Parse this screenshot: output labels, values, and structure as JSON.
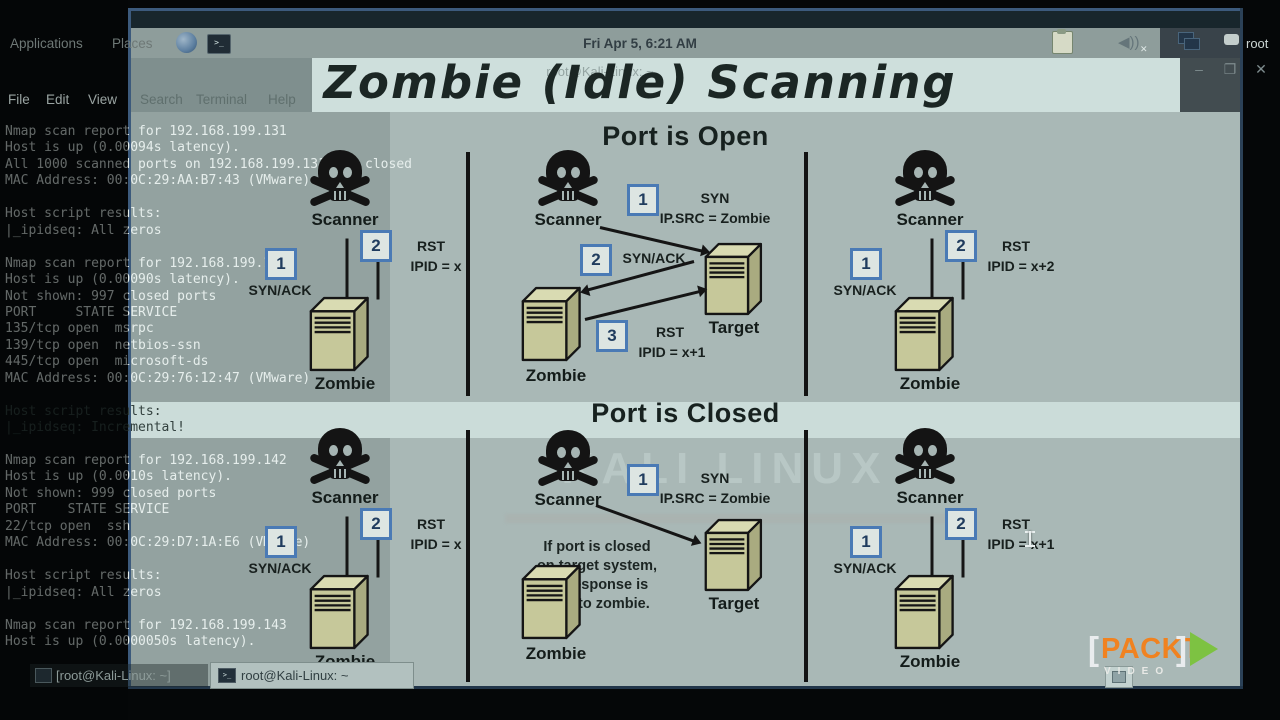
{
  "panel": {
    "applications": "Applications",
    "places": "Places",
    "clock": "Fri Apr 5, 6:21 AM",
    "user": "root"
  },
  "window": {
    "title": "root@Kali-Linux: ~",
    "minimize": "–",
    "maximize": "❐",
    "close": "✕",
    "menu": [
      "File",
      "Edit",
      "View",
      "Search",
      "Terminal",
      "Help"
    ]
  },
  "terminal": {
    "selected": [
      17,
      18
    ],
    "lines": [
      "Nmap scan report for 192.168.199.131",
      "Host is up (0.00094s latency).",
      "All 1000 scanned ports on 192.168.199.131 are closed",
      "MAC Address: 00:0C:29:AA:B7:43 (VMware)",
      "",
      "Host script results:",
      "|_ipidseq: All zeros",
      "",
      "Nmap scan report for 192.168.199.132",
      "Host is up (0.00090s latency).",
      "Not shown: 997 closed ports",
      "PORT     STATE SERVICE",
      "135/tcp open  msrpc",
      "139/tcp open  netbios-ssn",
      "445/tcp open  microsoft-ds",
      "MAC Address: 00:0C:29:76:12:47 (VMware)",
      "",
      "Host script results:",
      "|_ipidseq: Incremental!",
      "",
      "Nmap scan report for 192.168.199.142",
      "Host is up (0.0010s latency).",
      "Not shown: 999 closed ports",
      "PORT    STATE SERVICE",
      "22/tcp open  ssh",
      "MAC Address: 00:0C:29:D7:1A:E6 (VMware)",
      "",
      "Host script results:",
      "|_ipidseq: All zeros",
      "",
      "Nmap scan report for 192.168.199.143",
      "Host is up (0.0000050s latency)."
    ]
  },
  "slide": {
    "title": "Zombie (Idle) Scanning",
    "watermark": "KALI LINUX",
    "open": {
      "heading": "Port is Open",
      "left": {
        "scanner": "Scanner",
        "step1": "1",
        "step1_label": "SYN/ACK",
        "step2": "2",
        "rst": "RST",
        "ipid": "IPID = x",
        "zombie": "Zombie"
      },
      "middle": {
        "scanner": "Scanner",
        "step1": "1",
        "syn": "SYN",
        "ipsrc": "IP.SRC = Zombie",
        "step2": "2",
        "synack": "SYN/ACK",
        "step3": "3",
        "rst": "RST",
        "ipid": "IPID = x+1",
        "target": "Target",
        "zombie": "Zombie"
      },
      "right": {
        "scanner": "Scanner",
        "step1": "1",
        "step1_label": "SYN/ACK",
        "step2": "2",
        "rst": "RST",
        "ipid": "IPID = x+2",
        "zombie": "Zombie"
      }
    },
    "closed": {
      "heading": "Port is Closed",
      "left": {
        "scanner": "Scanner",
        "step1": "1",
        "step1_label": "SYN/ACK",
        "step2": "2",
        "rst": "RST",
        "ipid": "IPID = x",
        "zombie": "Zombie"
      },
      "middle": {
        "scanner": "Scanner",
        "step1": "1",
        "syn": "SYN",
        "ipsrc": "IP.SRC = Zombie",
        "note1": "If port is closed",
        "note2": "on target system,",
        "note3": "no response is",
        "note4": "sent to zombie.",
        "target": "Target",
        "zombie": "Zombie"
      },
      "right": {
        "scanner": "Scanner",
        "step1": "1",
        "step1_label": "SYN/ACK",
        "step2": "2",
        "rst": "RST",
        "ipid": "IPID = x+1",
        "zombie": "Zombie"
      }
    }
  },
  "taskbar": {
    "item1": "[root@Kali-Linux: ~]",
    "item2": "root@Kali-Linux: ~"
  },
  "brand": {
    "bracket_l": "[",
    "name": "PACKT",
    "bracket_r": "]",
    "sub": "VIDEO"
  },
  "colors": {
    "slide_bg": "#a9b8b6",
    "selection_band": "#cbdcd9",
    "step_box_border": "#4a7ab5",
    "server_fill": "#c6c89a",
    "packt_orange": "#f08220",
    "packt_green": "#7dc242"
  }
}
